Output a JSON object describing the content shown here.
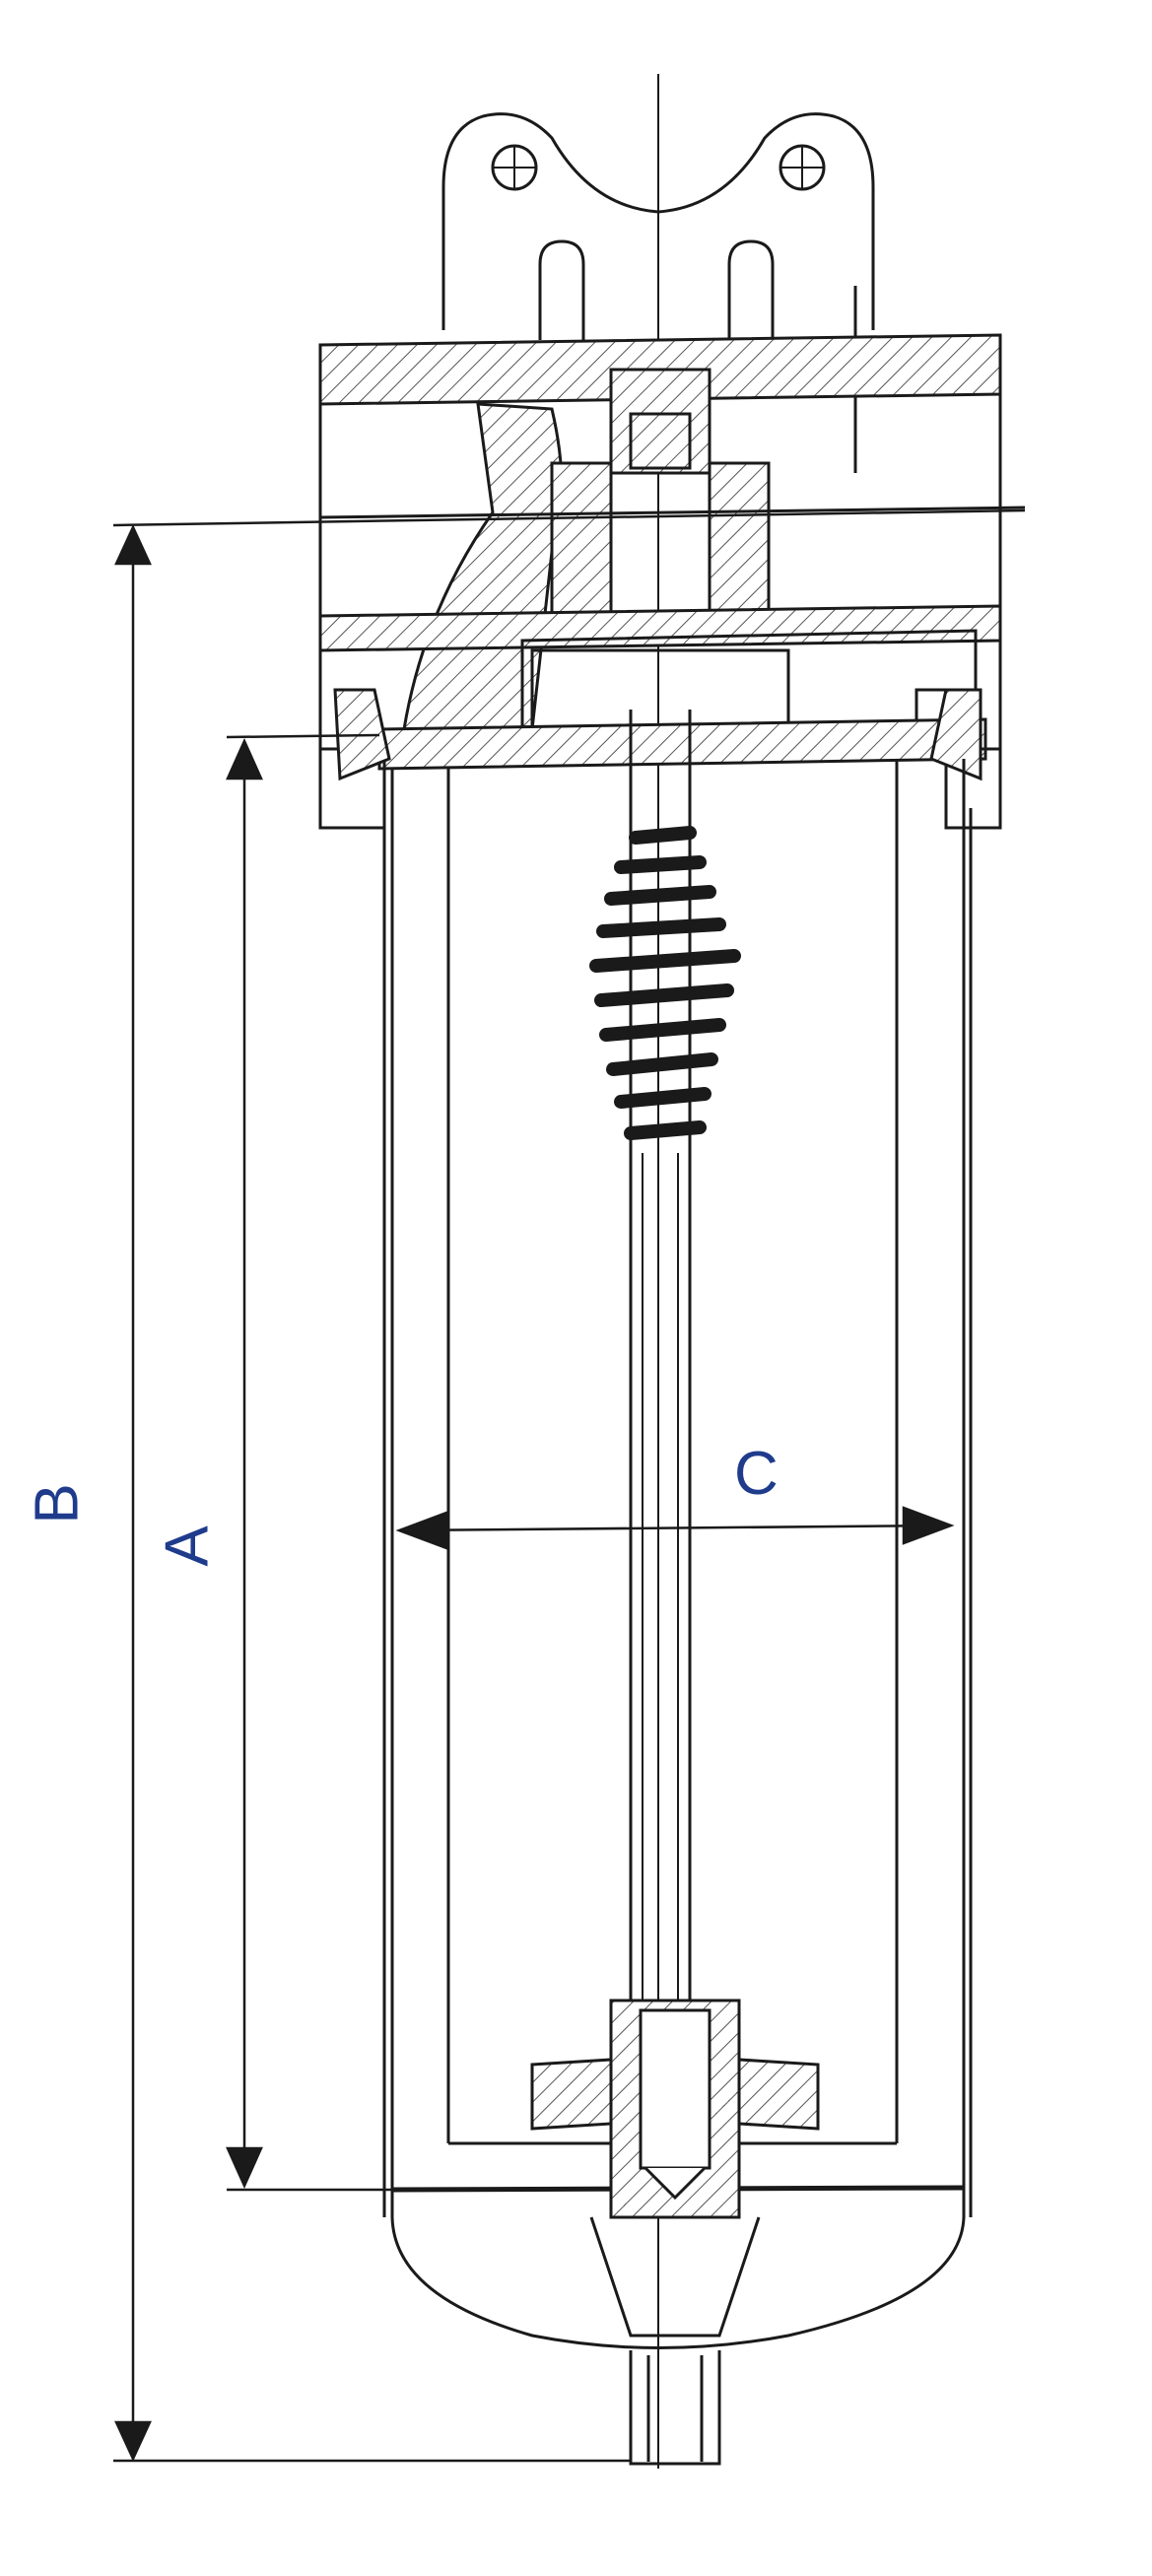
{
  "dimensions": {
    "b_label": "B",
    "a_label": "A",
    "c_label": "C"
  },
  "colors": {
    "line": "#1a1a1a",
    "label": "#1f3b8c",
    "hatch": "#555555",
    "background": "#ffffff"
  }
}
